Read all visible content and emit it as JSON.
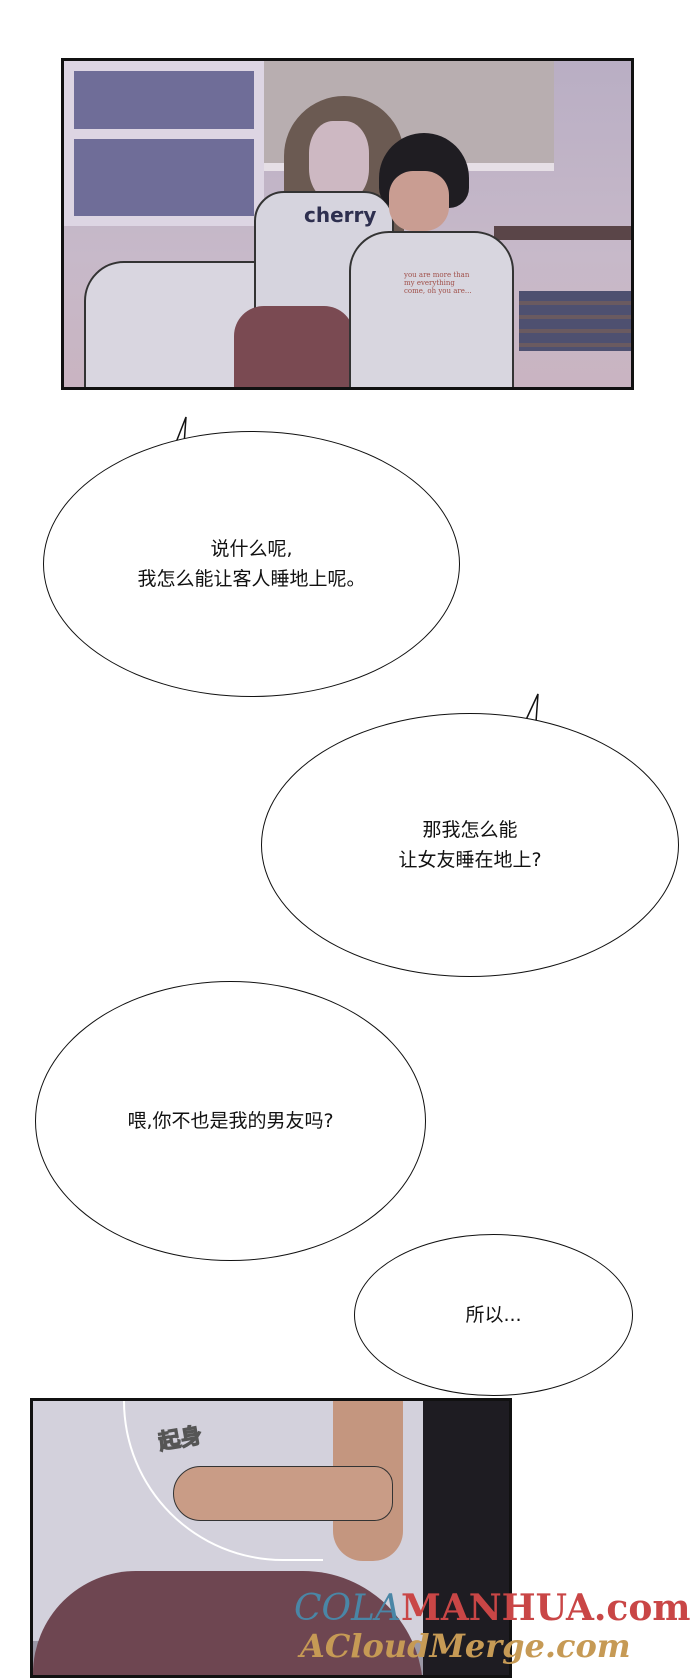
{
  "panel1": {
    "shirt_text_girl": "cherry",
    "shirt_text_boy": "you are more than my everything come, oh you are..."
  },
  "bubbles": [
    {
      "lines": [
        "说什么呢,",
        "我怎么能让客人睡地上呢。"
      ]
    },
    {
      "lines": [
        "那我怎么能",
        "让女友睡在地上?"
      ]
    },
    {
      "lines": [
        "喂,你不也是我的男友吗?"
      ]
    },
    {
      "lines": [
        "所以..."
      ]
    }
  ],
  "panel2": {
    "sfx": "起身"
  },
  "watermark": {
    "line1_a": "COLA",
    "line1_b": "MANHUA.com",
    "line2": "ACloudMerge.com"
  }
}
